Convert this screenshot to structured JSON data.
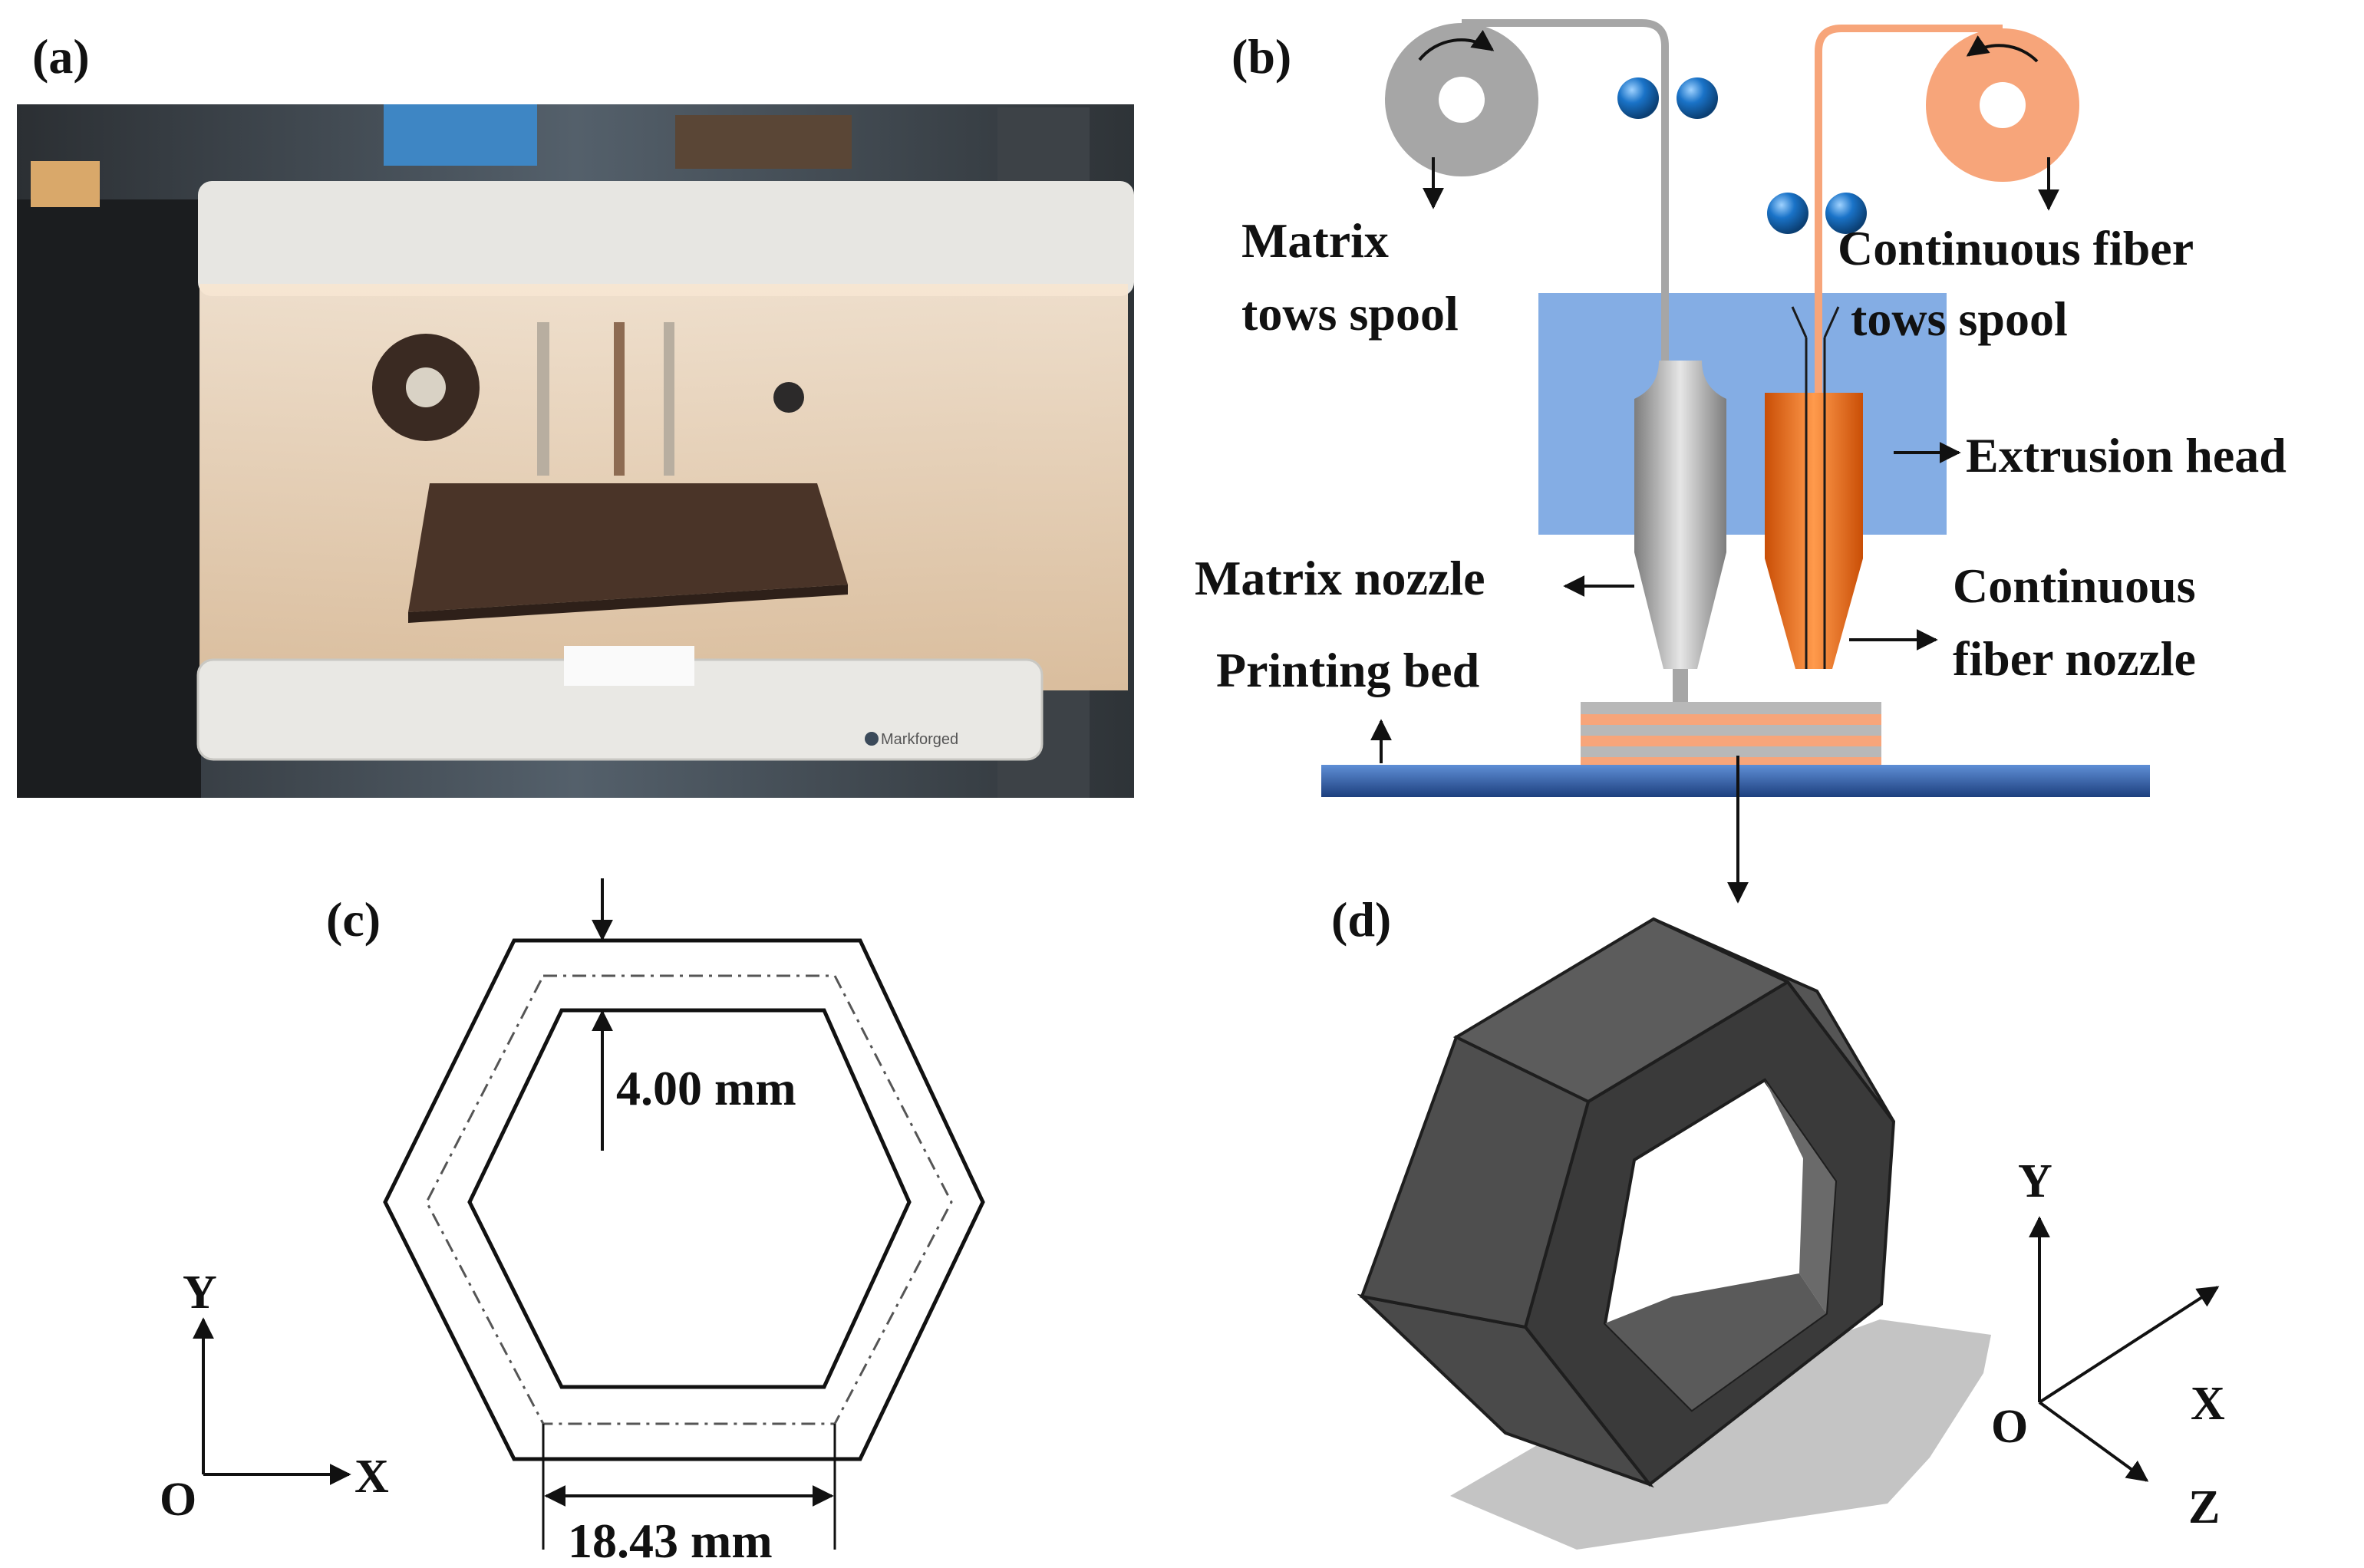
{
  "panels": {
    "a": "(a)",
    "b": "(b)",
    "c": "(c)",
    "d": "(d)"
  },
  "photo": {
    "brand_text": "Markforged"
  },
  "schematic": {
    "matrix_spool_line1": "Matrix",
    "matrix_spool_line2": "tows spool",
    "fiber_spool_line1": "Continuous fiber",
    "fiber_spool_line2": "tows spool",
    "extrusion_head": "Extrusion head",
    "matrix_nozzle": "Matrix nozzle",
    "fiber_nozzle_line1": "Continuous",
    "fiber_nozzle_line2": "fiber nozzle",
    "printing_bed": "Printing bed"
  },
  "hexagon_2d": {
    "thickness": "4.00 mm",
    "side_length": "18.43 mm",
    "axis_y": "Y",
    "axis_x": "X",
    "origin": "O"
  },
  "hexagon_3d": {
    "axis_y": "Y",
    "axis_x": "X",
    "axis_z": "Z",
    "origin": "O"
  },
  "colors": {
    "matrix_gray": "#a6a6a6",
    "fiber_orange": "#f7a57a",
    "nozzle_orange": "#e8650f",
    "head_blue": "#7aa6e2",
    "bed_blue": "#2c5aa0",
    "roller_blue": "#1a73c8",
    "hex_dark": "#3a3a3a"
  }
}
